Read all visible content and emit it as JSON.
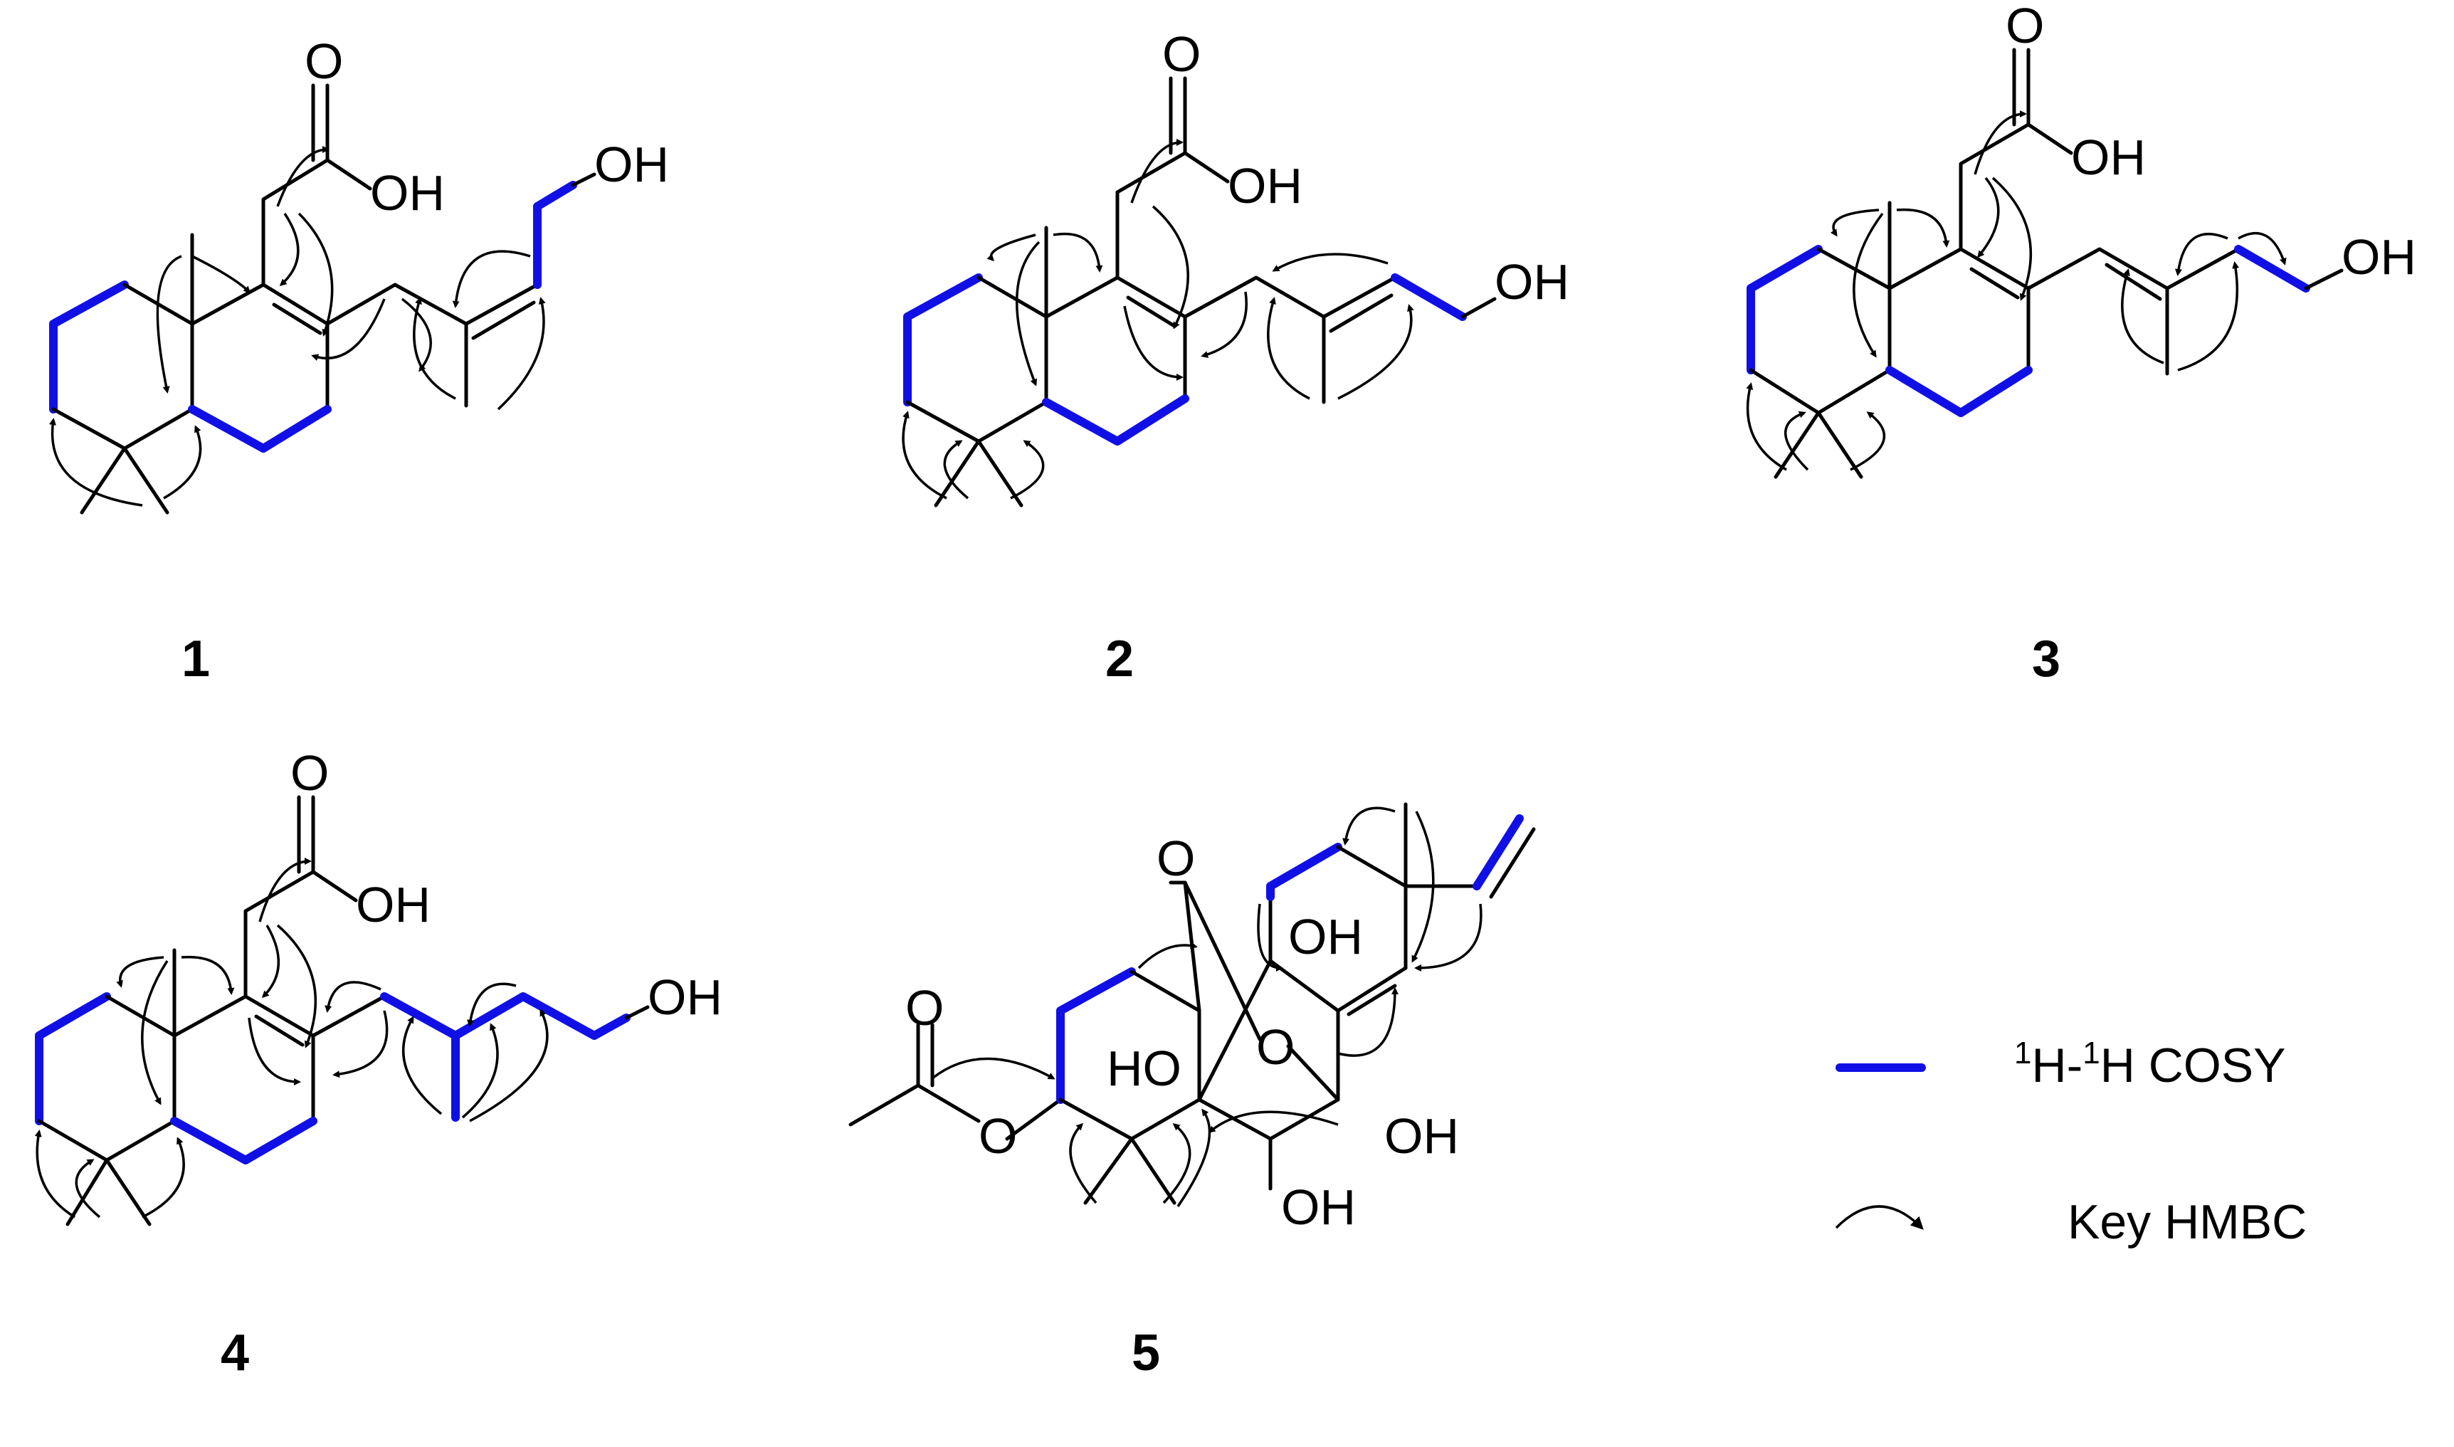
{
  "compounds": [
    {
      "number": "1"
    },
    {
      "number": "2"
    },
    {
      "number": "3"
    },
    {
      "number": "4"
    },
    {
      "number": "5"
    }
  ],
  "atom_labels": {
    "O": "O",
    "OH": "OH",
    "HO": "HO"
  },
  "legend": {
    "cosy_sup1": "1",
    "cosy_mid": "H-",
    "cosy_sup2": "1",
    "cosy_tail": "H COSY",
    "hmbc": "Key HMBC"
  },
  "colors": {
    "cosy_bond": "#1010e6",
    "bond": "#000000"
  }
}
